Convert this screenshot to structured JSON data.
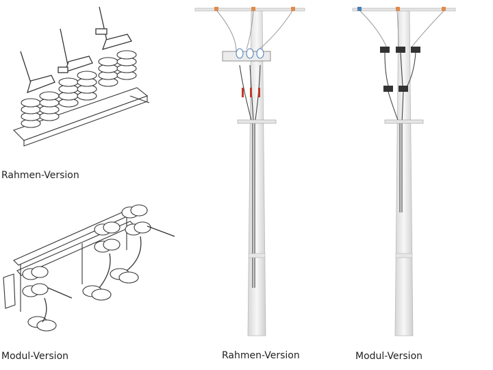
{
  "captions": {
    "frame_switch": "Rahmen-Version",
    "module_switch": "Modul-Version",
    "pole_frame": "Rahmen-Version",
    "pole_module": "Modul-Version"
  },
  "colors": {
    "line": "#333333",
    "pole": "#f2f2f2",
    "pole_shade": "#d6d6d6",
    "accent_orange": "#e08a4a",
    "accent_red": "#c0392b",
    "accent_blue": "#4a7db8"
  }
}
